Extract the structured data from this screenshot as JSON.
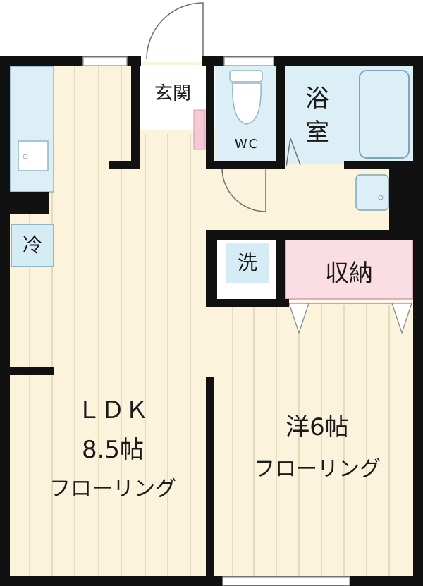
{
  "rooms": {
    "ldk": {
      "line1": "ＬＤＫ",
      "line2": "8.5帖",
      "line3": "フローリング"
    },
    "western": {
      "line1": "洋6帖",
      "line2": "フローリング"
    },
    "entrance": "玄関",
    "bath": {
      "line1": "浴",
      "line2": "室"
    },
    "toilet": "WC",
    "storage": "収納",
    "fridge": "冷",
    "washer": "洗"
  },
  "colors": {
    "wall": "#111111",
    "floor": "#fbf3dc",
    "floor_line": "#d9cba8",
    "wet_area": "#dcefF6",
    "storage": "#fbdde4",
    "entry_step": "#f6c9d6"
  }
}
